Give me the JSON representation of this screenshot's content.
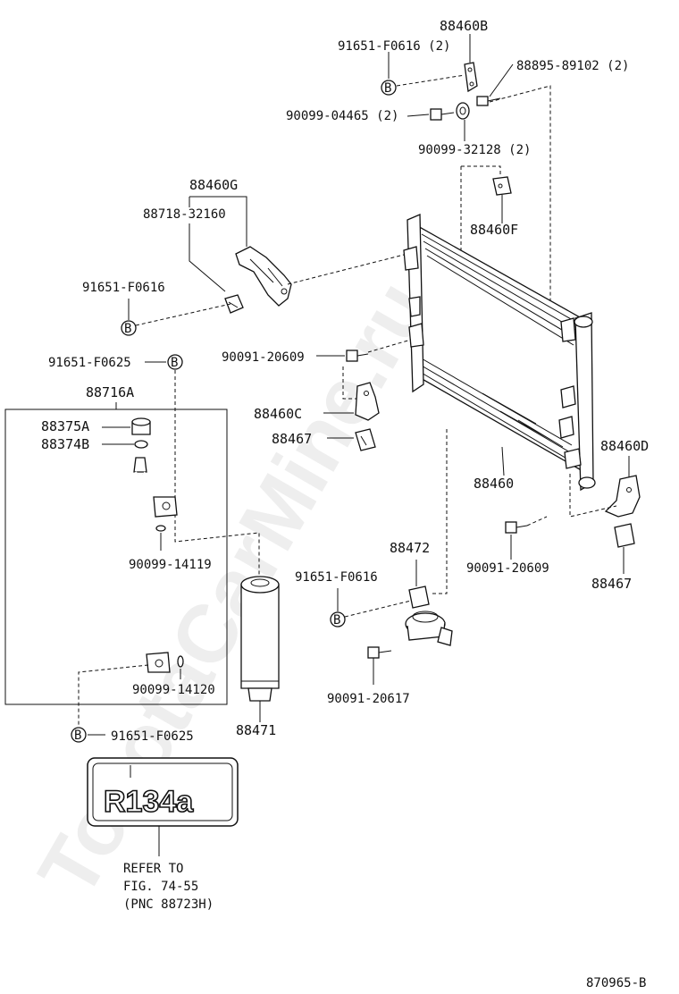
{
  "watermark": "ToyotaCarMine.ru",
  "drawing_number": "870965-B",
  "ref_marker": "B",
  "labels": {
    "p88460B": "88460B",
    "p91651_F0616_2": "91651-F0616 (2)",
    "p88895_89102_2": "88895-89102 (2)",
    "p90099_04465_2": "90099-04465 (2)",
    "p90099_32128_2": "90099-32128 (2)",
    "p88460G": "88460G",
    "p88718_32160": "88718-32160",
    "p88460F": "88460F",
    "p91651_F0616_a": "91651-F0616",
    "p90091_20609_a": "90091-20609",
    "p91651_F0625_a": "91651-F0625",
    "p88716A": "88716A",
    "p88460C": "88460C",
    "p88375A": "88375A",
    "p88374B": "88374B",
    "p88467_a": "88467",
    "p88460D": "88460D",
    "p88460": "88460",
    "p90099_14119": "90099-14119",
    "p88472": "88472",
    "p90091_20609_b": "90091-20609",
    "p91651_F0616_b": "91651-F0616",
    "p88467_b": "88467",
    "p90099_14120": "90099-14120",
    "p90091_20617": "90091-20617",
    "p88471": "88471",
    "p91651_F0625_b": "91651-F0625"
  },
  "emblem_text": "R134a",
  "refer_note": {
    "line1": "REFER TO",
    "line2": "FIG. 74-55",
    "line3": "(PNC 88723H)"
  }
}
